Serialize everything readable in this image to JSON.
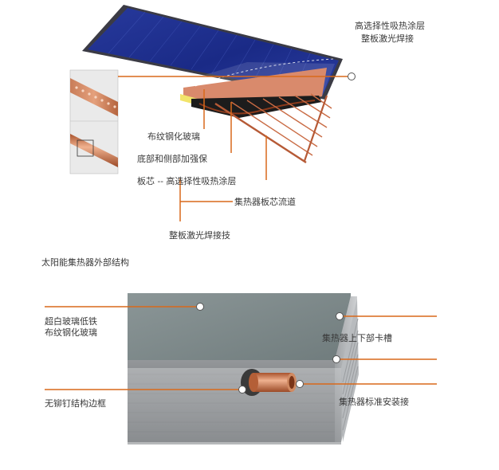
{
  "top_diagram": {
    "labels": {
      "coating_top": "高选择性吸热涂层",
      "laser_top": "整板激光焊接",
      "tempered_glass": "布纹钢化玻璃",
      "insulation": "底部和侧部加强保",
      "core_coating": "板芯 -- 高选择性吸热涂层",
      "flow_channel": "集热器板芯流道",
      "laser_bottom": "整板激光焊接技"
    }
  },
  "bottom_diagram": {
    "title": "太阳能集热器外部结构",
    "labels": {
      "glass": "超白玻璃低铁布纹钢化玻璃",
      "frame": "无铆钉结构边框",
      "groove": "集热器上下部卡槽",
      "mount": "集热器标准安装接"
    }
  },
  "colors": {
    "callout": "#d9691a",
    "panel_blue": "#1f2f8c",
    "copper": "#c8744a",
    "frame": "#a9acaf"
  }
}
